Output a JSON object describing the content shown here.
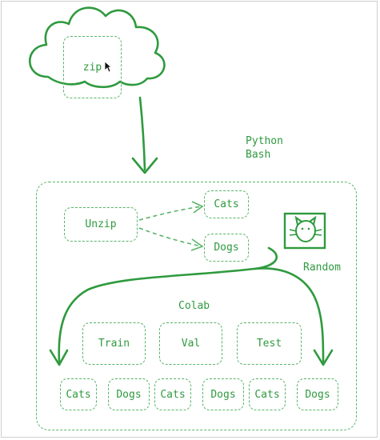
{
  "diagram": {
    "cloud": {
      "label": "zip"
    },
    "side_note": {
      "line1": "Python",
      "line2": "Bash"
    },
    "unzip": {
      "label": "Unzip"
    },
    "extracted": {
      "cats": "Cats",
      "dogs": "Dogs"
    },
    "random_label": "Random",
    "colab_label": "Colab",
    "splits": {
      "train": "Train",
      "val": "Val",
      "test": "Test"
    },
    "bottom_row": [
      "Cats",
      "Dogs",
      "Cats",
      "Dogs",
      "Cats",
      "Dogs"
    ],
    "icon": "cat-picture-icon",
    "colors": {
      "stroke": "#2e9a3e",
      "dashed": "#58b468",
      "background": "#ffffff"
    }
  }
}
